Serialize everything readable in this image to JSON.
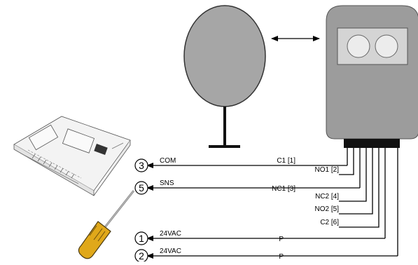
{
  "colors": {
    "mirror_fill": "#a6a6a6",
    "sensor_body": "#9c9c9c",
    "sensor_window": "#d4d4d4",
    "lens": "#ececec",
    "wire": "#000000",
    "screwdriver_handle": "#e0a81a"
  },
  "icons": {
    "mirror": "reflector-mirror-icon",
    "sensor": "photo-sensor-icon",
    "controller": "controller-board-icon",
    "screwdriver": "screwdriver-icon",
    "distance": "double-arrow-icon"
  },
  "terminals": [
    {
      "number": "3",
      "label": "COM",
      "wire_label": "C1 [1]"
    },
    {
      "number": "5",
      "label": "SNS",
      "wire_label": "NC1 [3]"
    },
    {
      "number": "1",
      "label": "24VAC",
      "wire_label": "P"
    },
    {
      "number": "2",
      "label": "24VAC",
      "wire_label": "P"
    }
  ],
  "pins": [
    {
      "label": "NO1 [2]"
    },
    {
      "label": "NC2 [4]"
    },
    {
      "label": "NO2 [5]"
    },
    {
      "label": "C2 [6]"
    }
  ]
}
